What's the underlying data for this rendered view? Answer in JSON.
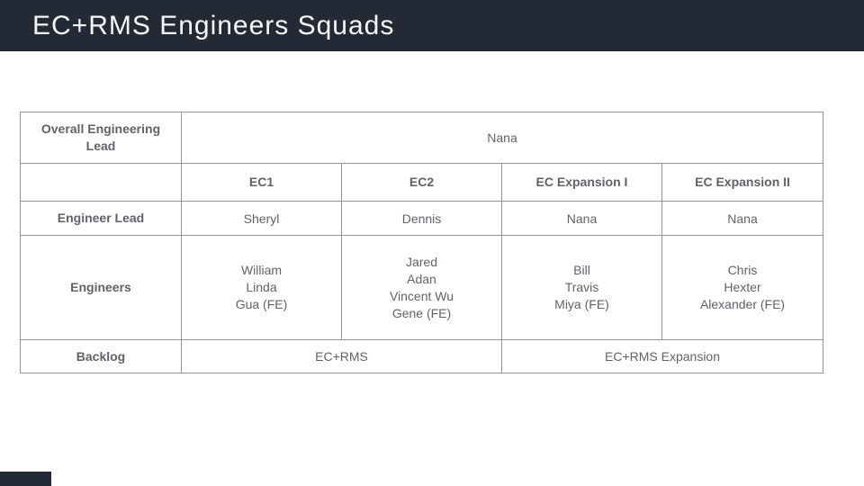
{
  "slide": {
    "title": "EC+RMS Engineers Squads",
    "colors": {
      "header_bg": "#232A36",
      "accent_bg": "#232A36",
      "border": "#949494",
      "label": "#212121",
      "value": "#5F6368",
      "title": "#F5F7F9"
    }
  },
  "table": {
    "overall_lead_label": "Overall Engineering Lead",
    "overall_lead_value": "Nana",
    "columns": [
      "EC1",
      "EC2",
      "EC Expansion I",
      "EC Expansion II"
    ],
    "engineer_lead_label": "Engineer Lead",
    "engineer_leads": [
      "Sheryl",
      "Dennis",
      "Nana",
      "Nana"
    ],
    "engineers_label": "Engineers",
    "engineers": [
      [
        "William",
        "Linda",
        "Gua (FE)"
      ],
      [
        "Jared",
        "Adan",
        "Vincent Wu",
        "Gene (FE)"
      ],
      [
        "Bill",
        "Travis",
        "Miya (FE)"
      ],
      [
        "Chris",
        "Hexter",
        "Alexander (FE)"
      ]
    ],
    "backlog_label": "Backlog",
    "backlogs": [
      "EC+RMS",
      "EC+RMS Expansion"
    ]
  }
}
